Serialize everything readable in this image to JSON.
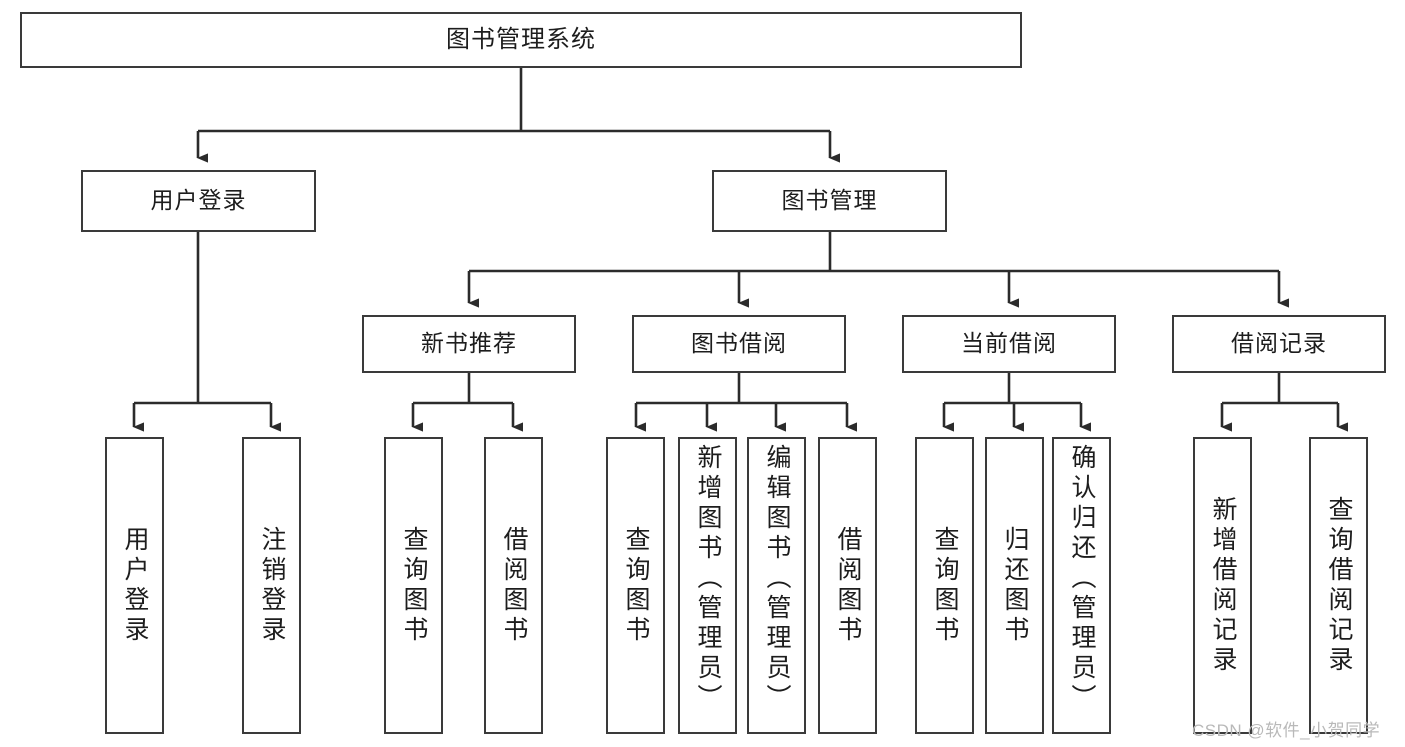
{
  "diagram": {
    "title": "图书管理系统",
    "type": "tree-hierarchy",
    "root": {
      "id": "root",
      "label": "图书管理系统"
    },
    "level2": [
      {
        "id": "user-login",
        "label": "用户登录"
      },
      {
        "id": "book-manage",
        "label": "图书管理"
      }
    ],
    "level3": [
      {
        "id": "new-book-rec",
        "label": "新书推荐",
        "parent": "book-manage"
      },
      {
        "id": "book-borrow",
        "label": "图书借阅",
        "parent": "book-manage"
      },
      {
        "id": "current-borrow",
        "label": "当前借阅",
        "parent": "book-manage"
      },
      {
        "id": "borrow-record",
        "label": "借阅记录",
        "parent": "book-manage"
      }
    ],
    "leaves": [
      {
        "id": "leaf-user-login",
        "label": "用户登录",
        "parent": "user-login"
      },
      {
        "id": "leaf-logout",
        "label": "注销登录",
        "parent": "user-login"
      },
      {
        "id": "leaf-query-book-1",
        "label": "查询图书",
        "parent": "new-book-rec"
      },
      {
        "id": "leaf-borrow-book-1",
        "label": "借阅图书",
        "parent": "new-book-rec"
      },
      {
        "id": "leaf-query-book-2",
        "label": "查询图书",
        "parent": "book-borrow"
      },
      {
        "id": "leaf-add-book",
        "label": "新增图书（管理员）",
        "parent": "book-borrow"
      },
      {
        "id": "leaf-edit-book",
        "label": "编辑图书（管理员）",
        "parent": "book-borrow"
      },
      {
        "id": "leaf-borrow-book-2",
        "label": "借阅图书",
        "parent": "book-borrow"
      },
      {
        "id": "leaf-query-book-3",
        "label": "查询图书",
        "parent": "current-borrow"
      },
      {
        "id": "leaf-return-book",
        "label": "归还图书",
        "parent": "current-borrow"
      },
      {
        "id": "leaf-confirm-return",
        "label": "确认归还（管理员）",
        "parent": "current-borrow"
      },
      {
        "id": "leaf-add-record",
        "label": "新增借阅记录",
        "parent": "borrow-record"
      },
      {
        "id": "leaf-query-record",
        "label": "查询借阅记录",
        "parent": "borrow-record"
      }
    ],
    "colors": {
      "box_border": "#3a3a3a",
      "box_fill": "#ffffff",
      "connector": "#2b2b2b",
      "text": "#1d1d1d",
      "watermark": "#b9b9b9"
    }
  },
  "watermark": {
    "text": "CSDN @软件_小贺同学"
  }
}
